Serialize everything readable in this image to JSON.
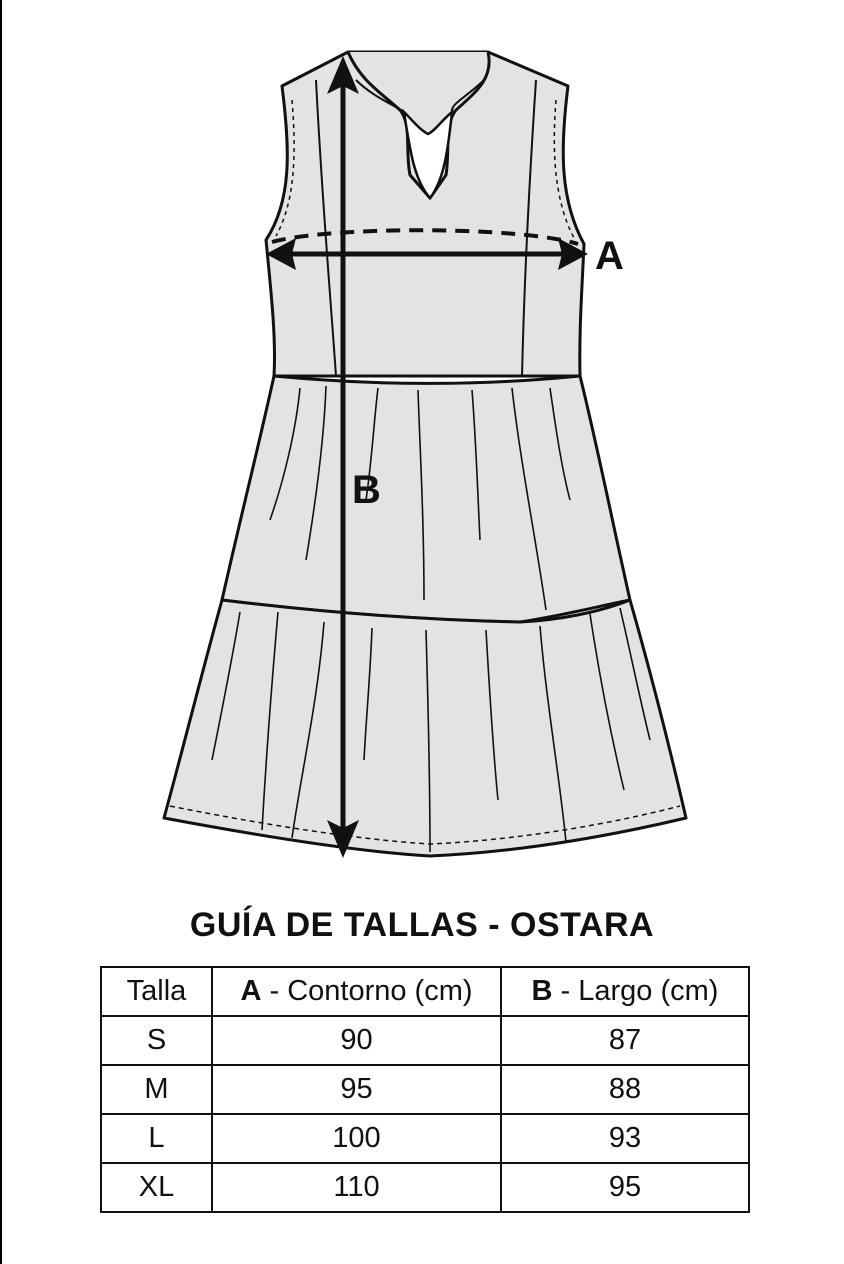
{
  "diagram": {
    "marker_a": "A",
    "marker_b": "B"
  },
  "title": "GUÍA DE TALLAS - OSTARA",
  "table": {
    "headers": {
      "size": "Talla",
      "a_letter": "A",
      "a_label": " - Contorno (cm)",
      "b_letter": "B",
      "b_label": " - Largo (cm)"
    },
    "rows": [
      {
        "size": "S",
        "a": "90",
        "b": "87"
      },
      {
        "size": "M",
        "a": "95",
        "b": "88"
      },
      {
        "size": "L",
        "a": "100",
        "b": "93"
      },
      {
        "size": "XL",
        "a": "110",
        "b": "95"
      }
    ]
  },
  "colors": {
    "fabric": "#e3e3e3",
    "ink": "#111111",
    "background": "#ffffff"
  }
}
